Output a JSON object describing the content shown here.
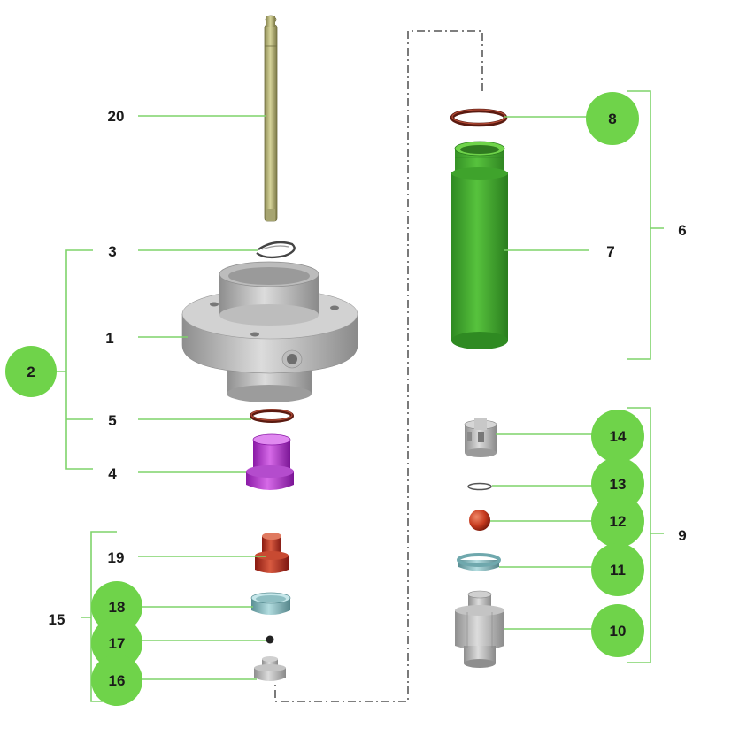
{
  "colors": {
    "leader": "#7ed36a",
    "badge": "#6fd34a",
    "text": "#1a1a1a"
  },
  "labels": {
    "p1": "1",
    "p2": "2",
    "p3": "3",
    "p4": "4",
    "p5": "5",
    "p6": "6",
    "p7": "7",
    "p8": "8",
    "p9": "9",
    "p10": "10",
    "p11": "11",
    "p12": "12",
    "p13": "13",
    "p14": "14",
    "p15": "15",
    "p16": "16",
    "p17": "17",
    "p18": "18",
    "p19": "19",
    "p20": "20"
  }
}
